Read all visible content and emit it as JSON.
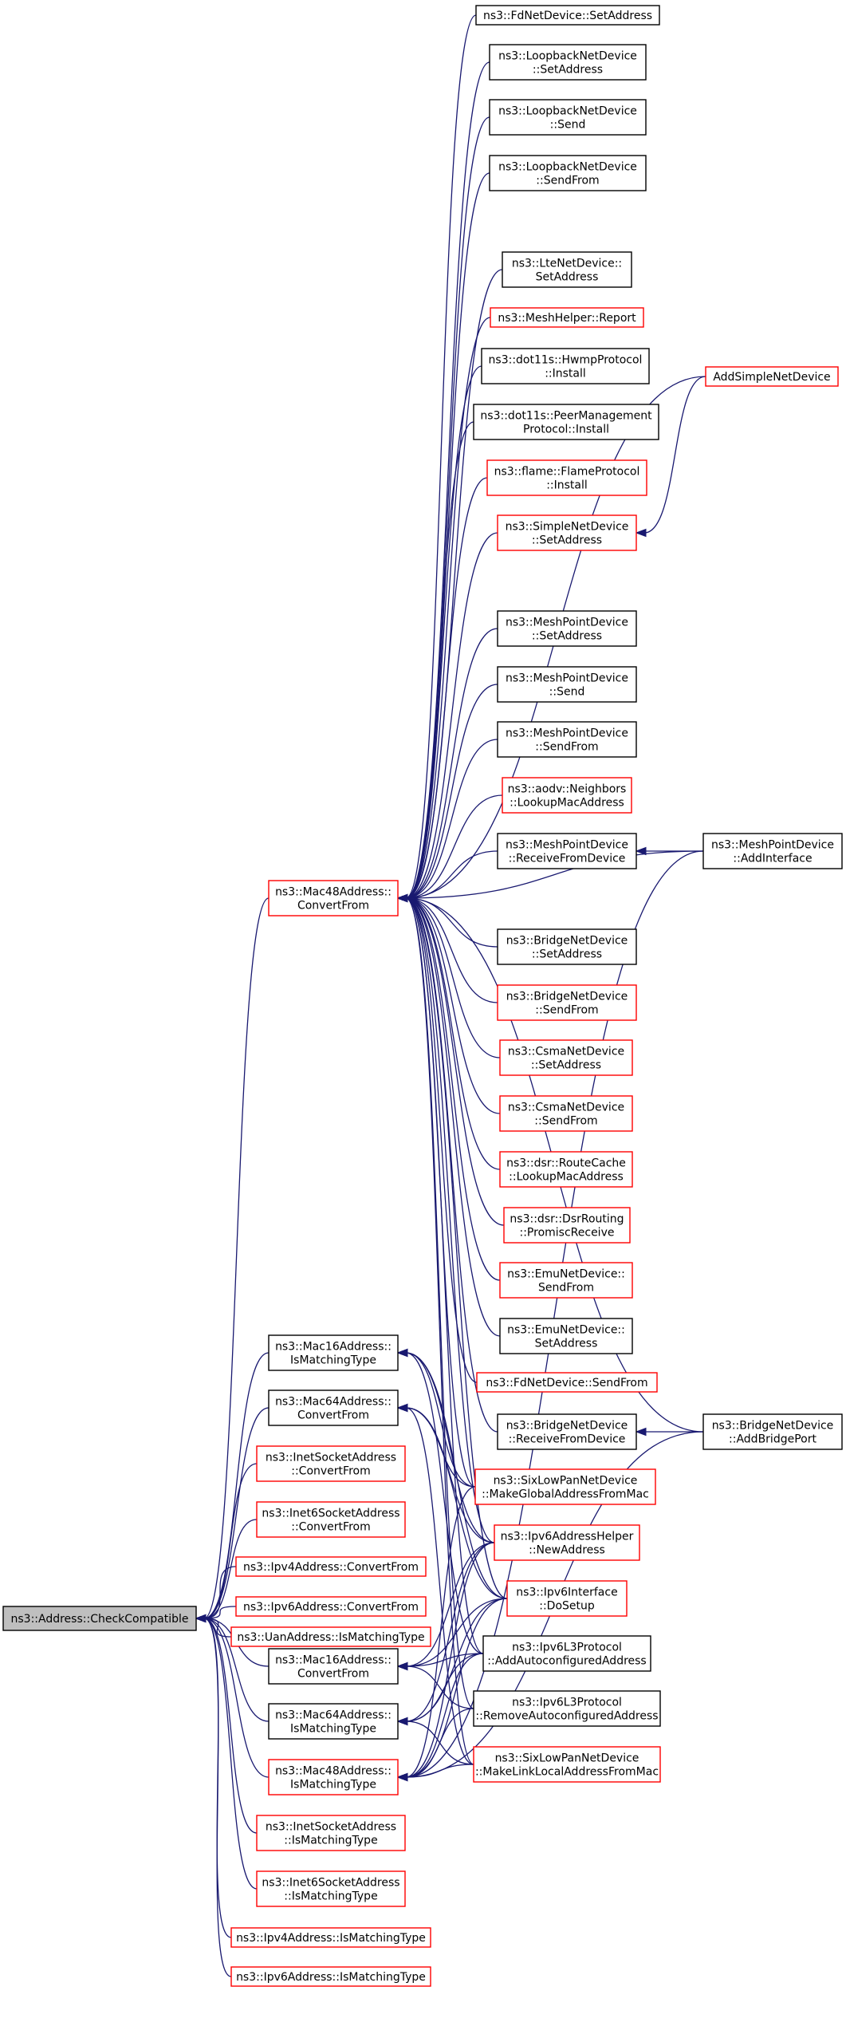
{
  "colors": {
    "edge": "#191970",
    "documented_border": "#000000",
    "undocumented_border": "#ff0000",
    "root_fill": "#bfbfbf"
  },
  "nodes": [
    {
      "id": "root",
      "lines": [
        "ns3::Address::CheckCompatible"
      ],
      "border": "black",
      "root": true
    },
    {
      "id": "m48cf",
      "lines": [
        "ns3::Mac48Address::",
        "ConvertFrom"
      ],
      "border": "red"
    },
    {
      "id": "m16imt",
      "lines": [
        "ns3::Mac16Address::",
        "IsMatchingType"
      ],
      "border": "black"
    },
    {
      "id": "m64cf",
      "lines": [
        "ns3::Mac64Address::",
        "ConvertFrom"
      ],
      "border": "black"
    },
    {
      "id": "inetcf",
      "lines": [
        "ns3::InetSocketAddress",
        "::ConvertFrom"
      ],
      "border": "red"
    },
    {
      "id": "inet6cf",
      "lines": [
        "ns3::Inet6SocketAddress",
        "::ConvertFrom"
      ],
      "border": "red"
    },
    {
      "id": "ipv4cf",
      "lines": [
        "ns3::Ipv4Address::ConvertFrom"
      ],
      "border": "red"
    },
    {
      "id": "ipv6cf",
      "lines": [
        "ns3::Ipv6Address::ConvertFrom"
      ],
      "border": "red"
    },
    {
      "id": "uanimt",
      "lines": [
        "ns3::UanAddress::IsMatchingType"
      ],
      "border": "red"
    },
    {
      "id": "m16cf",
      "lines": [
        "ns3::Mac16Address::",
        "ConvertFrom"
      ],
      "border": "black"
    },
    {
      "id": "m64imt",
      "lines": [
        "ns3::Mac64Address::",
        "IsMatchingType"
      ],
      "border": "black"
    },
    {
      "id": "m48imt",
      "lines": [
        "ns3::Mac48Address::",
        "IsMatchingType"
      ],
      "border": "red"
    },
    {
      "id": "inetimt",
      "lines": [
        "ns3::InetSocketAddress",
        "::IsMatchingType"
      ],
      "border": "red"
    },
    {
      "id": "inet6imt",
      "lines": [
        "ns3::Inet6SocketAddress",
        "::IsMatchingType"
      ],
      "border": "red"
    },
    {
      "id": "ipv4imt",
      "lines": [
        "ns3::Ipv4Address::IsMatchingType"
      ],
      "border": "red"
    },
    {
      "id": "ipv6imt",
      "lines": [
        "ns3::Ipv6Address::IsMatchingType"
      ],
      "border": "red"
    },
    {
      "id": "fdsa",
      "lines": [
        "ns3::FdNetDevice::SetAddress"
      ],
      "border": "black"
    },
    {
      "id": "lbsa",
      "lines": [
        "ns3::LoopbackNetDevice",
        "::SetAddress"
      ],
      "border": "black"
    },
    {
      "id": "lbs",
      "lines": [
        "ns3::LoopbackNetDevice",
        "::Send"
      ],
      "border": "black"
    },
    {
      "id": "lbsf",
      "lines": [
        "ns3::LoopbackNetDevice",
        "::SendFrom"
      ],
      "border": "black"
    },
    {
      "id": "ltesa",
      "lines": [
        "ns3::LteNetDevice::",
        "SetAddress"
      ],
      "border": "black"
    },
    {
      "id": "mhrep",
      "lines": [
        "ns3::MeshHelper::Report"
      ],
      "border": "red"
    },
    {
      "id": "hwmp",
      "lines": [
        "ns3::dot11s::HwmpProtocol",
        "::Install"
      ],
      "border": "black"
    },
    {
      "id": "peer",
      "lines": [
        "ns3::dot11s::PeerManagement",
        "Protocol::Install"
      ],
      "border": "black"
    },
    {
      "id": "flame",
      "lines": [
        "ns3::flame::FlameProtocol",
        "::Install"
      ],
      "border": "red"
    },
    {
      "id": "simsa",
      "lines": [
        "ns3::SimpleNetDevice",
        "::SetAddress"
      ],
      "border": "red"
    },
    {
      "id": "mpsa",
      "lines": [
        "ns3::MeshPointDevice",
        "::SetAddress"
      ],
      "border": "black"
    },
    {
      "id": "mps",
      "lines": [
        "ns3::MeshPointDevice",
        "::Send"
      ],
      "border": "black"
    },
    {
      "id": "mpsf",
      "lines": [
        "ns3::MeshPointDevice",
        "::SendFrom"
      ],
      "border": "black"
    },
    {
      "id": "aodv",
      "lines": [
        "ns3::aodv::Neighbors",
        "::LookupMacAddress"
      ],
      "border": "red"
    },
    {
      "id": "mprfd",
      "lines": [
        "ns3::MeshPointDevice",
        "::ReceiveFromDevice"
      ],
      "border": "black"
    },
    {
      "id": "brsa",
      "lines": [
        "ns3::BridgeNetDevice",
        "::SetAddress"
      ],
      "border": "black"
    },
    {
      "id": "brsf",
      "lines": [
        "ns3::BridgeNetDevice",
        "::SendFrom"
      ],
      "border": "red"
    },
    {
      "id": "csmasa",
      "lines": [
        "ns3::CsmaNetDevice",
        "::SetAddress"
      ],
      "border": "red"
    },
    {
      "id": "csmasf",
      "lines": [
        "ns3::CsmaNetDevice",
        "::SendFrom"
      ],
      "border": "red"
    },
    {
      "id": "dsrrc",
      "lines": [
        "ns3::dsr::RouteCache",
        "::LookupMacAddress"
      ],
      "border": "red"
    },
    {
      "id": "dsrpr",
      "lines": [
        "ns3::dsr::DsrRouting",
        "::PromiscReceive"
      ],
      "border": "red"
    },
    {
      "id": "emusf",
      "lines": [
        "ns3::EmuNetDevice::",
        "SendFrom"
      ],
      "border": "red"
    },
    {
      "id": "emusa",
      "lines": [
        "ns3::EmuNetDevice::",
        "SetAddress"
      ],
      "border": "black"
    },
    {
      "id": "fdsf",
      "lines": [
        "ns3::FdNetDevice::SendFrom"
      ],
      "border": "red"
    },
    {
      "id": "brrfd",
      "lines": [
        "ns3::BridgeNetDevice",
        "::ReceiveFromDevice"
      ],
      "border": "black"
    },
    {
      "id": "sixg",
      "lines": [
        "ns3::SixLowPanNetDevice",
        "::MakeGlobalAddressFromMac"
      ],
      "border": "red"
    },
    {
      "id": "ipv6na",
      "lines": [
        "ns3::Ipv6AddressHelper",
        "::NewAddress"
      ],
      "border": "red"
    },
    {
      "id": "ipv6ds",
      "lines": [
        "ns3::Ipv6Interface",
        "::DoSetup"
      ],
      "border": "red"
    },
    {
      "id": "l3add",
      "lines": [
        "ns3::Ipv6L3Protocol",
        "::AddAutoconfiguredAddress"
      ],
      "border": "black"
    },
    {
      "id": "l3rem",
      "lines": [
        "ns3::Ipv6L3Protocol",
        "::RemoveAutoconfiguredAddress"
      ],
      "border": "black"
    },
    {
      "id": "sixl",
      "lines": [
        "ns3::SixLowPanNetDevice",
        "::MakeLinkLocalAddressFromMac"
      ],
      "border": "red"
    },
    {
      "id": "addsim",
      "lines": [
        "AddSimpleNetDevice"
      ],
      "border": "red"
    },
    {
      "id": "mpai",
      "lines": [
        "ns3::MeshPointDevice",
        "::AddInterface"
      ],
      "border": "black"
    },
    {
      "id": "brabp",
      "lines": [
        "ns3::BridgeNetDevice",
        "::AddBridgePort"
      ],
      "border": "black"
    }
  ],
  "edges": [
    [
      "m48cf",
      "root"
    ],
    [
      "m16imt",
      "root"
    ],
    [
      "m64cf",
      "root"
    ],
    [
      "inetcf",
      "root"
    ],
    [
      "inet6cf",
      "root"
    ],
    [
      "ipv4cf",
      "root"
    ],
    [
      "ipv6cf",
      "root"
    ],
    [
      "uanimt",
      "root"
    ],
    [
      "m16cf",
      "root"
    ],
    [
      "m64imt",
      "root"
    ],
    [
      "m48imt",
      "root"
    ],
    [
      "inetimt",
      "root"
    ],
    [
      "inet6imt",
      "root"
    ],
    [
      "ipv4imt",
      "root"
    ],
    [
      "ipv6imt",
      "root"
    ],
    [
      "fdsa",
      "m48cf"
    ],
    [
      "lbsa",
      "m48cf"
    ],
    [
      "lbs",
      "m48cf"
    ],
    [
      "lbsf",
      "m48cf"
    ],
    [
      "ltesa",
      "m48cf"
    ],
    [
      "mhrep",
      "m48cf"
    ],
    [
      "hwmp",
      "m48cf"
    ],
    [
      "peer",
      "m48cf"
    ],
    [
      "flame",
      "m48cf"
    ],
    [
      "simsa",
      "m48cf"
    ],
    [
      "mpsa",
      "m48cf"
    ],
    [
      "mps",
      "m48cf"
    ],
    [
      "mpsf",
      "m48cf"
    ],
    [
      "aodv",
      "m48cf"
    ],
    [
      "mprfd",
      "m48cf"
    ],
    [
      "brsa",
      "m48cf"
    ],
    [
      "brsf",
      "m48cf"
    ],
    [
      "csmasa",
      "m48cf"
    ],
    [
      "csmasf",
      "m48cf"
    ],
    [
      "dsrrc",
      "m48cf"
    ],
    [
      "dsrpr",
      "m48cf"
    ],
    [
      "emusf",
      "m48cf"
    ],
    [
      "emusa",
      "m48cf"
    ],
    [
      "fdsf",
      "m48cf"
    ],
    [
      "brrfd",
      "m48cf"
    ],
    [
      "sixg",
      "m48cf"
    ],
    [
      "ipv6na",
      "m48cf"
    ],
    [
      "ipv6ds",
      "m48cf"
    ],
    [
      "l3add",
      "m48cf"
    ],
    [
      "l3rem",
      "m48cf"
    ],
    [
      "sixl",
      "m48cf"
    ],
    [
      "addsim",
      "m48cf"
    ],
    [
      "mpai",
      "m48cf"
    ],
    [
      "brabp",
      "m48cf"
    ],
    [
      "sixg",
      "m16imt"
    ],
    [
      "ipv6na",
      "m16imt"
    ],
    [
      "ipv6ds",
      "m16imt"
    ],
    [
      "l3add",
      "m16imt"
    ],
    [
      "sixg",
      "m64cf"
    ],
    [
      "ipv6na",
      "m64cf"
    ],
    [
      "ipv6ds",
      "m64cf"
    ],
    [
      "sixl",
      "m64cf"
    ],
    [
      "ipv6na",
      "m16cf"
    ],
    [
      "ipv6ds",
      "m16cf"
    ],
    [
      "l3add",
      "m16cf"
    ],
    [
      "l3rem",
      "m16cf"
    ],
    [
      "ipv6na",
      "m64imt"
    ],
    [
      "ipv6ds",
      "m64imt"
    ],
    [
      "l3add",
      "m64imt"
    ],
    [
      "sixl",
      "m64imt"
    ],
    [
      "sixg",
      "m48imt"
    ],
    [
      "ipv6na",
      "m48imt"
    ],
    [
      "ipv6ds",
      "m48imt"
    ],
    [
      "l3add",
      "m48imt"
    ],
    [
      "l3rem",
      "m48imt"
    ],
    [
      "sixl",
      "m48imt"
    ],
    [
      "mpai",
      "m48imt"
    ],
    [
      "brabp",
      "m48imt"
    ],
    [
      "addsim",
      "simsa"
    ],
    [
      "mpai",
      "mprfd"
    ],
    [
      "brabp",
      "brrfd"
    ]
  ]
}
